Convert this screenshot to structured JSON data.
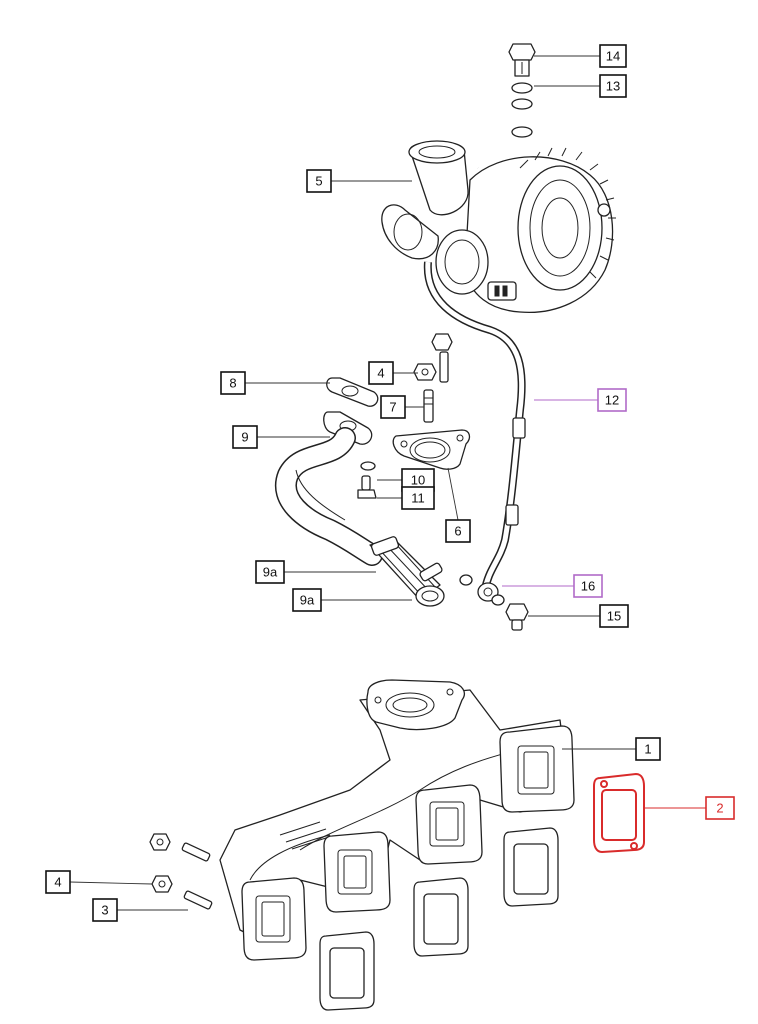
{
  "colors": {
    "line": "#222222",
    "highlight_red": "#d92b2b",
    "highlight_purple": "#b16ac8"
  },
  "callouts": {
    "c14": "14",
    "c13": "13",
    "c5": "5",
    "c4_upper": "4",
    "c8": "8",
    "c12": "12",
    "c7": "7",
    "c9": "9",
    "c10": "10",
    "c11": "11",
    "c6": "6",
    "c9a_upper": "9a",
    "c9a_lower": "9a",
    "c16": "16",
    "c15": "15",
    "c1": "1",
    "c2": "2",
    "c4_lower": "4",
    "c3": "3"
  }
}
